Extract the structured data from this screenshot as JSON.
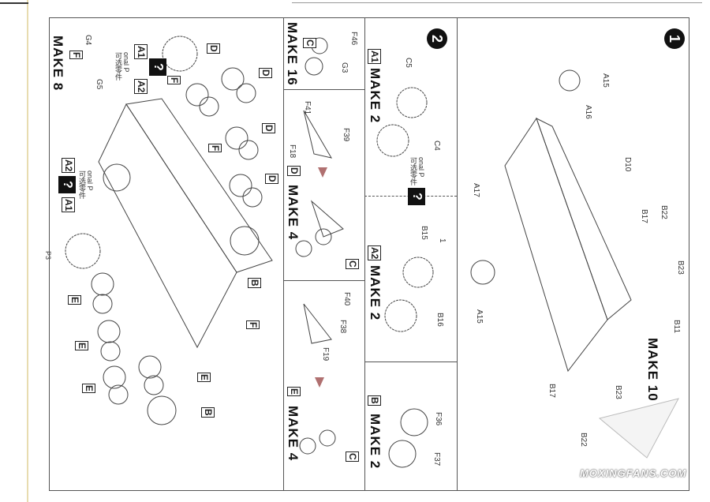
{
  "page_number": "P3",
  "watermark": "MOXINGFANS.COM",
  "optional_text": "onal P 可选零件",
  "question_mark": "?",
  "left_panel": {
    "make": "MAKE 8",
    "part_box": "F",
    "labels": [
      "G4",
      "G5"
    ],
    "boxes": {
      "a1": "A1",
      "a2": "A2",
      "d": "D",
      "f": "F",
      "b": "B",
      "e": "E"
    }
  },
  "middle_panel": {
    "top": {
      "make": "MAKE 16",
      "box": "C",
      "labels": [
        "F46",
        "G3"
      ]
    },
    "center": {
      "make": "MAKE 4",
      "box": "D",
      "labels": [
        "F41",
        "F39",
        "F18"
      ],
      "result_box": "C"
    },
    "bottom": {
      "make": "MAKE 4",
      "box": "E",
      "labels": [
        "F40",
        "F38",
        "F19"
      ],
      "result_box": "C"
    }
  },
  "step2_panel": {
    "step": "2",
    "sprocket_a1": {
      "box": "A1",
      "make": "MAKE 2",
      "labels": [
        "C5",
        "C4"
      ]
    },
    "sprocket_a2": {
      "box": "A2",
      "make": "MAKE 2",
      "labels": [
        "1",
        "B15",
        "B16"
      ]
    },
    "idler_b": {
      "box": "B",
      "make": "MAKE 2",
      "labels": [
        "F36",
        "F37"
      ]
    }
  },
  "step1_panel": {
    "step": "1",
    "make": "MAKE 10",
    "labels": [
      "A15",
      "A16",
      "D10",
      "A17",
      "B17",
      "B22",
      "B23",
      "A15",
      "B11",
      "B17",
      "B23",
      "B22"
    ]
  }
}
